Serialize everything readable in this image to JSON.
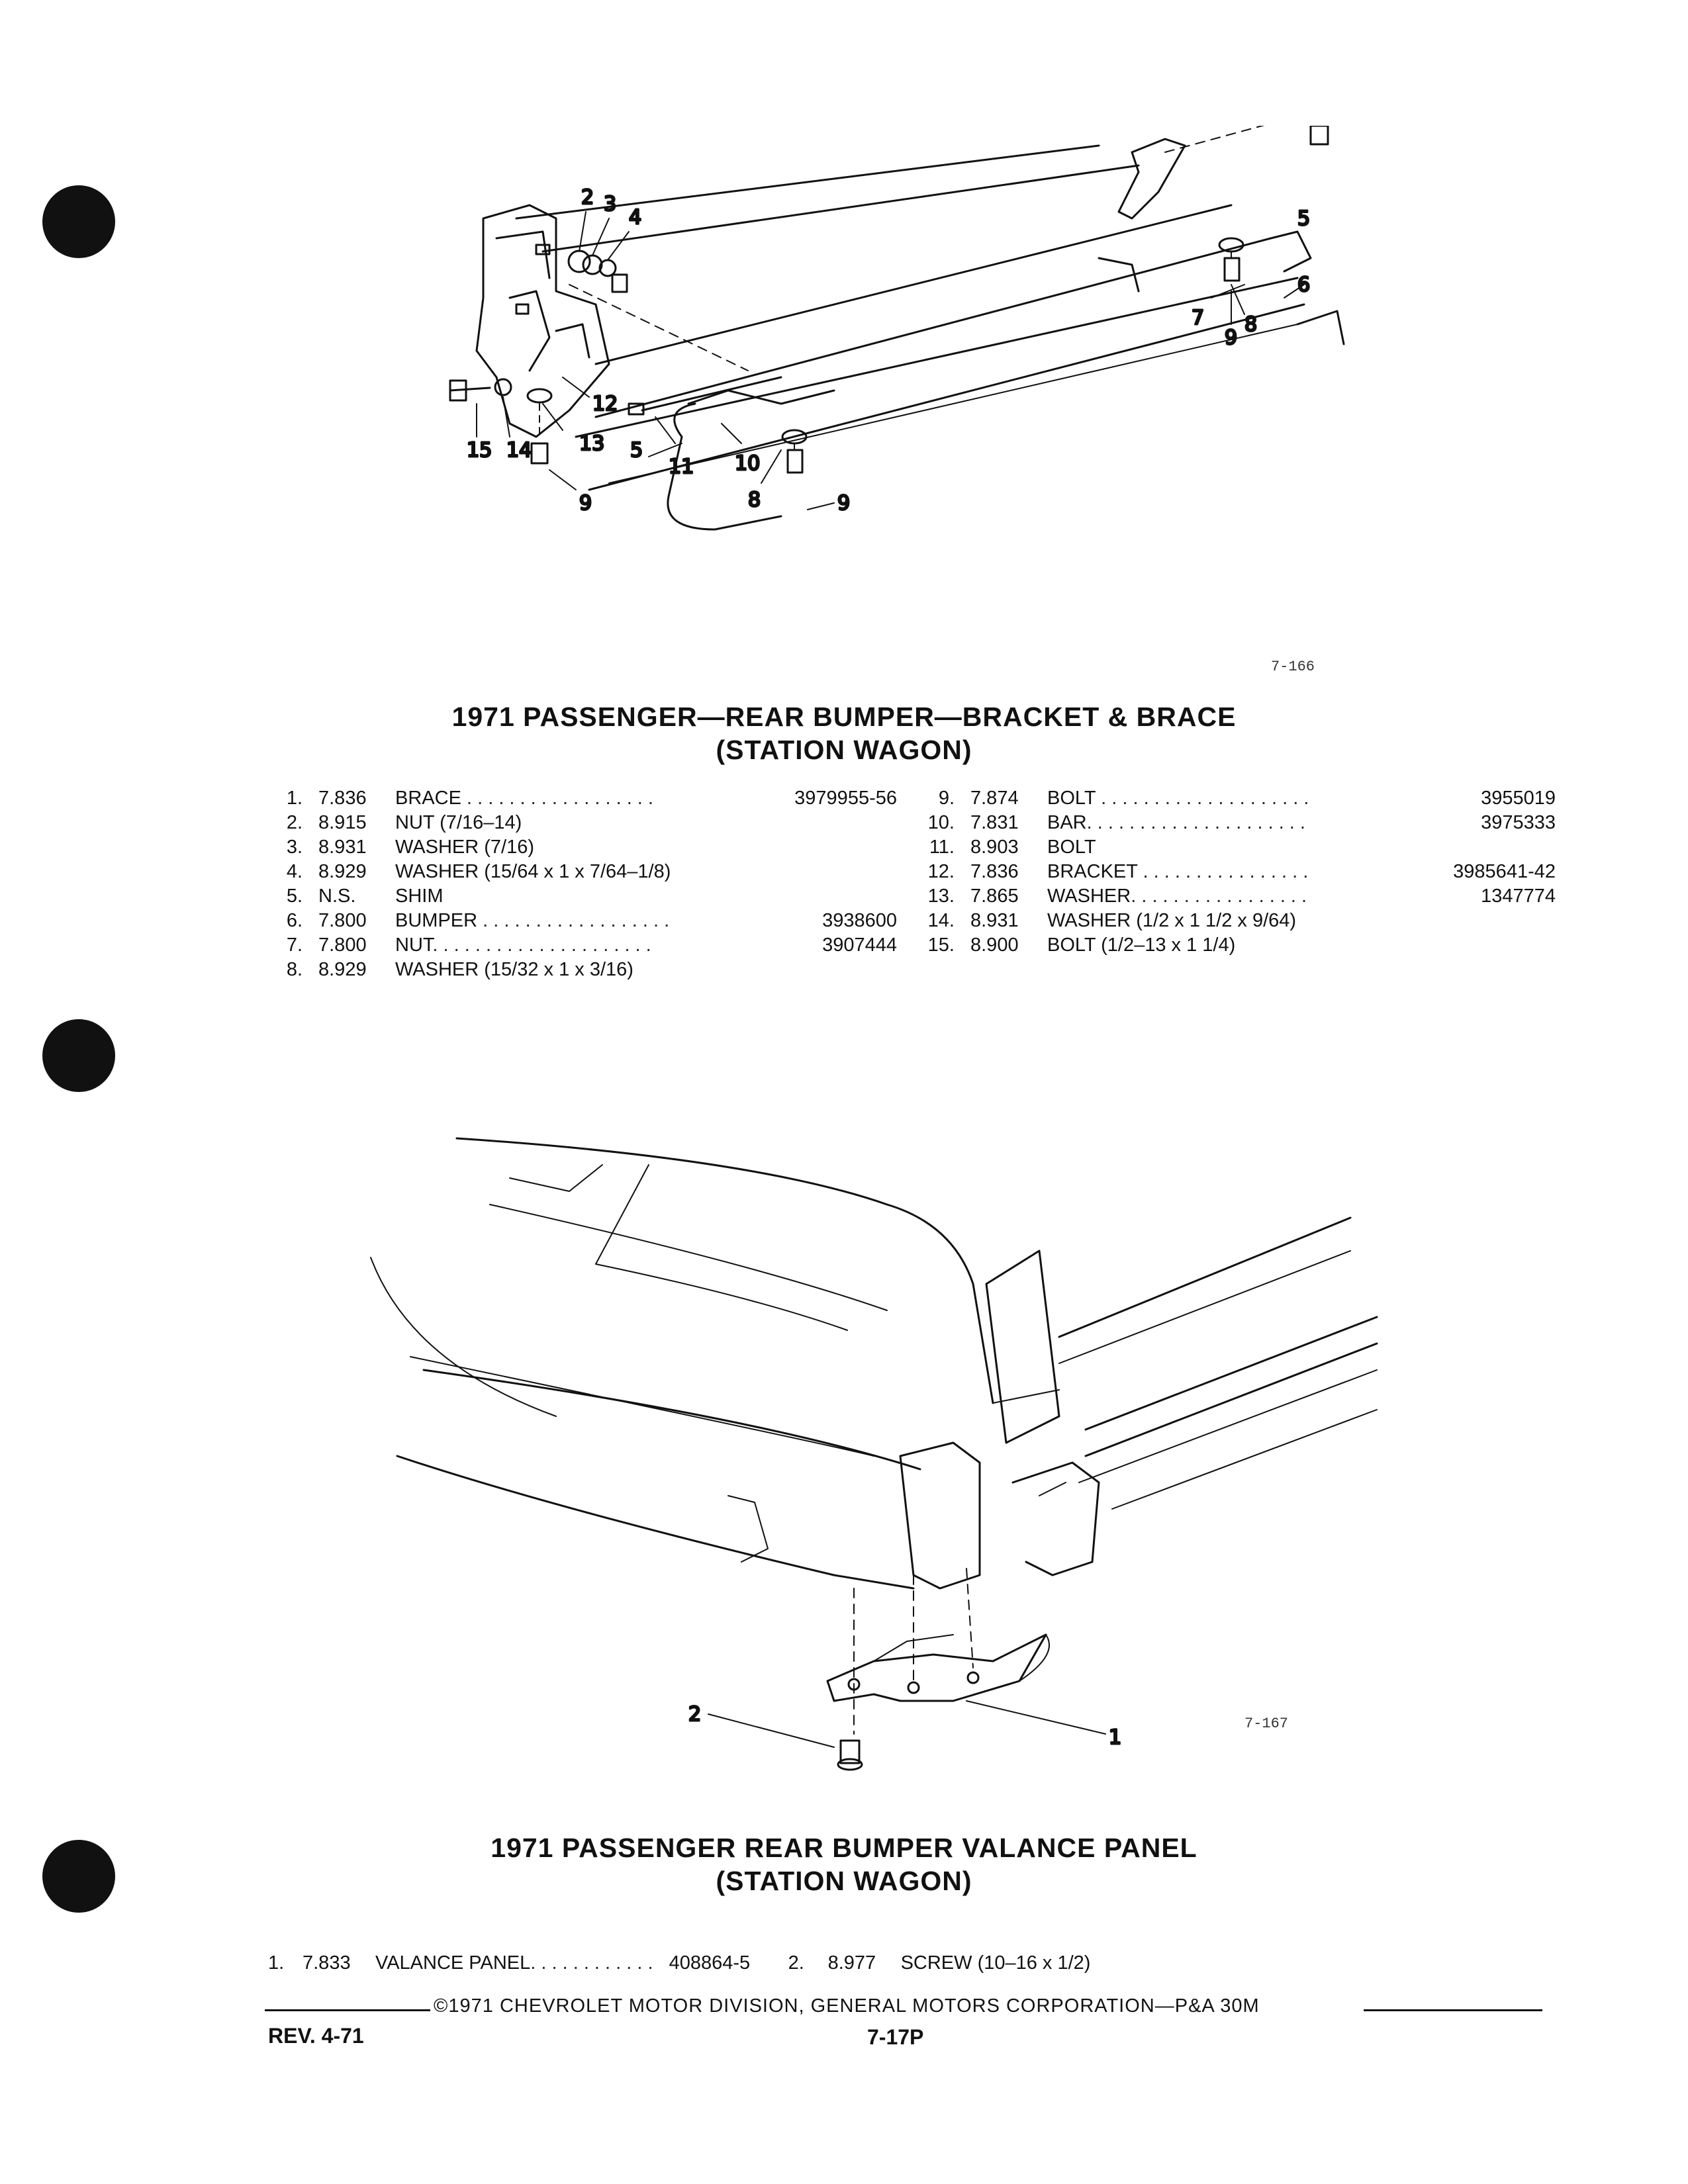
{
  "figure1": {
    "code": "7-166",
    "callouts": [
      "2",
      "3",
      "4",
      "5",
      "5",
      "6",
      "7",
      "8",
      "9",
      "15",
      "14",
      "13",
      "12",
      "9",
      "11",
      "10",
      "8",
      "9"
    ]
  },
  "section1": {
    "title_line1": "1971 PASSENGER—REAR BUMPER—BRACKET & BRACE",
    "title_line2": "(STATION WAGON)",
    "left_items": [
      {
        "num": "1.",
        "group": "7.836",
        "desc": "BRACE",
        "dots": " . . . . . . . . . . . . . . . . . . ",
        "part": "3979955-56"
      },
      {
        "num": "2.",
        "group": "8.915",
        "desc": "NUT (7/16–14)",
        "dots": "",
        "part": ""
      },
      {
        "num": "3.",
        "group": "8.931",
        "desc": "WASHER (7/16)",
        "dots": "",
        "part": ""
      },
      {
        "num": "4.",
        "group": "8.929",
        "desc": "WASHER (15/64 x 1 x 7/64–1/8)",
        "dots": "",
        "part": ""
      },
      {
        "num": "5.",
        "group": "N.S.",
        "desc": "SHIM",
        "dots": "",
        "part": ""
      },
      {
        "num": "6.",
        "group": "7.800",
        "desc": "BUMPER",
        "dots": " . . . . . . . . . . . . . . . . . . ",
        "part": "3938600"
      },
      {
        "num": "7.",
        "group": "7.800",
        "desc": "NUT",
        "dots": ". . . . . . . . . . . . . . . . . . . . . ",
        "part": "3907444"
      },
      {
        "num": "8.",
        "group": "8.929",
        "desc": "WASHER (15/32 x 1 x 3/16)",
        "dots": "",
        "part": ""
      }
    ],
    "right_items": [
      {
        "num": "9.",
        "group": "7.874",
        "desc": "BOLT",
        "dots": " . . . . . . . . . . . . . . . . . . . . ",
        "part": "3955019"
      },
      {
        "num": "10.",
        "group": "7.831",
        "desc": "BAR",
        "dots": ". . . . . . . . . . . . . . . . . . . . . ",
        "part": "3975333"
      },
      {
        "num": "11.",
        "group": "8.903",
        "desc": "BOLT",
        "dots": "",
        "part": ""
      },
      {
        "num": "12.",
        "group": "7.836",
        "desc": "BRACKET",
        "dots": " . . . . . . . . . . . . . . . . ",
        "part": "3985641-42"
      },
      {
        "num": "13.",
        "group": "7.865",
        "desc": "WASHER",
        "dots": ". . . . . . . . . . . . . . . . . ",
        "part": "1347774"
      },
      {
        "num": "14.",
        "group": "8.931",
        "desc": "WASHER (1/2 x 1 1/2 x 9/64)",
        "dots": "",
        "part": ""
      },
      {
        "num": "15.",
        "group": "8.900",
        "desc": "BOLT (1/2–13 x 1 1/4)",
        "dots": "",
        "part": ""
      }
    ]
  },
  "figure2": {
    "code": "7-167",
    "callouts": [
      "2",
      "1"
    ]
  },
  "section2": {
    "title_line1": "1971 PASSENGER REAR BUMPER VALANCE PANEL",
    "title_line2": "(STATION WAGON)",
    "items": [
      {
        "num": "1.",
        "group": "7.833",
        "desc": "VALANCE PANEL",
        "dots": " . . . . . . . . . . . . ",
        "part": "408864-5"
      },
      {
        "num": "2.",
        "group": "8.977",
        "desc": "SCREW (10–16 x 1/2)",
        "dots": "",
        "part": ""
      }
    ]
  },
  "footer": {
    "copyright": "©1971 CHEVROLET MOTOR DIVISION, GENERAL MOTORS CORPORATION—P&A 30M",
    "revision": "REV. 4-71",
    "page_number": "7-17P"
  }
}
